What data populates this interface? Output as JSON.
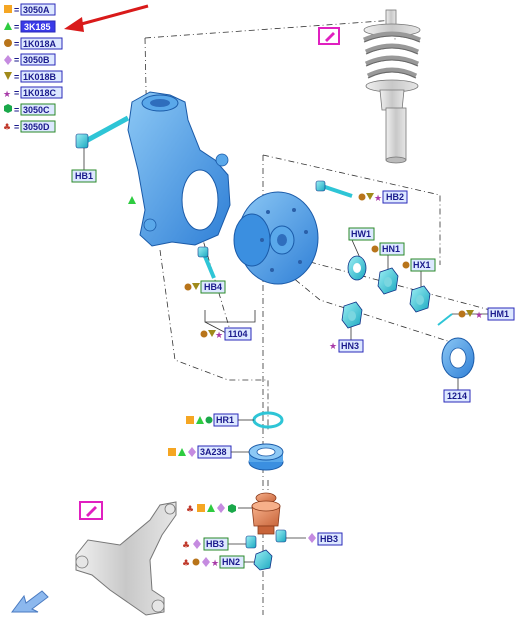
{
  "legend": [
    {
      "code": "3050A",
      "symbol": "square",
      "color": "#f5a623"
    },
    {
      "code": "3K185",
      "symbol": "triangle",
      "color": "#2ecc40",
      "selected": true
    },
    {
      "code": "1K018A",
      "symbol": "circle",
      "color": "#b8741a"
    },
    {
      "code": "3050B",
      "symbol": "diamond",
      "color": "#c58be0"
    },
    {
      "code": "1K018B",
      "symbol": "triangle-down",
      "color": "#a08a1a"
    },
    {
      "code": "1K018C",
      "symbol": "star",
      "color": "#a83aa8"
    },
    {
      "code": "3050C",
      "symbol": "hexagon",
      "color": "#1aa84a"
    },
    {
      "code": "3050D",
      "symbol": "club",
      "color": "#c0392b"
    }
  ],
  "legend_separator": "=",
  "callouts": {
    "HB1": "HB1",
    "HB2": "HB2",
    "HB4": "HB4",
    "n1104": "1104",
    "HW1": "HW1",
    "HN1": "HN1",
    "HX1": "HX1",
    "HM1": "HM1",
    "HN3": "HN3",
    "n1214": "1214",
    "HR1": "HR1",
    "n3A238": "3A238",
    "HB3a": "HB3",
    "HB3b": "HB3",
    "HN2": "HN2"
  },
  "colors": {
    "part_blue": "#3b8fe0",
    "part_blue_light": "#8cc8f5",
    "part_cyan": "#2ec5d6",
    "part_copper": "#e08a5a",
    "part_gray": "#c8c8c8",
    "label_border_blue": "#2a2ab8",
    "label_border_green": "#2a8a2a",
    "label_fill": "#dde8ff",
    "arrow_red": "#d91a1a",
    "edit_magenta": "#e020c0",
    "nav_arrow": "#6fa0e0"
  },
  "icons": {
    "edit_top": "edit-pencil-icon",
    "edit_bottom": "edit-pencil-icon",
    "nav_back": "back-arrow-icon"
  }
}
